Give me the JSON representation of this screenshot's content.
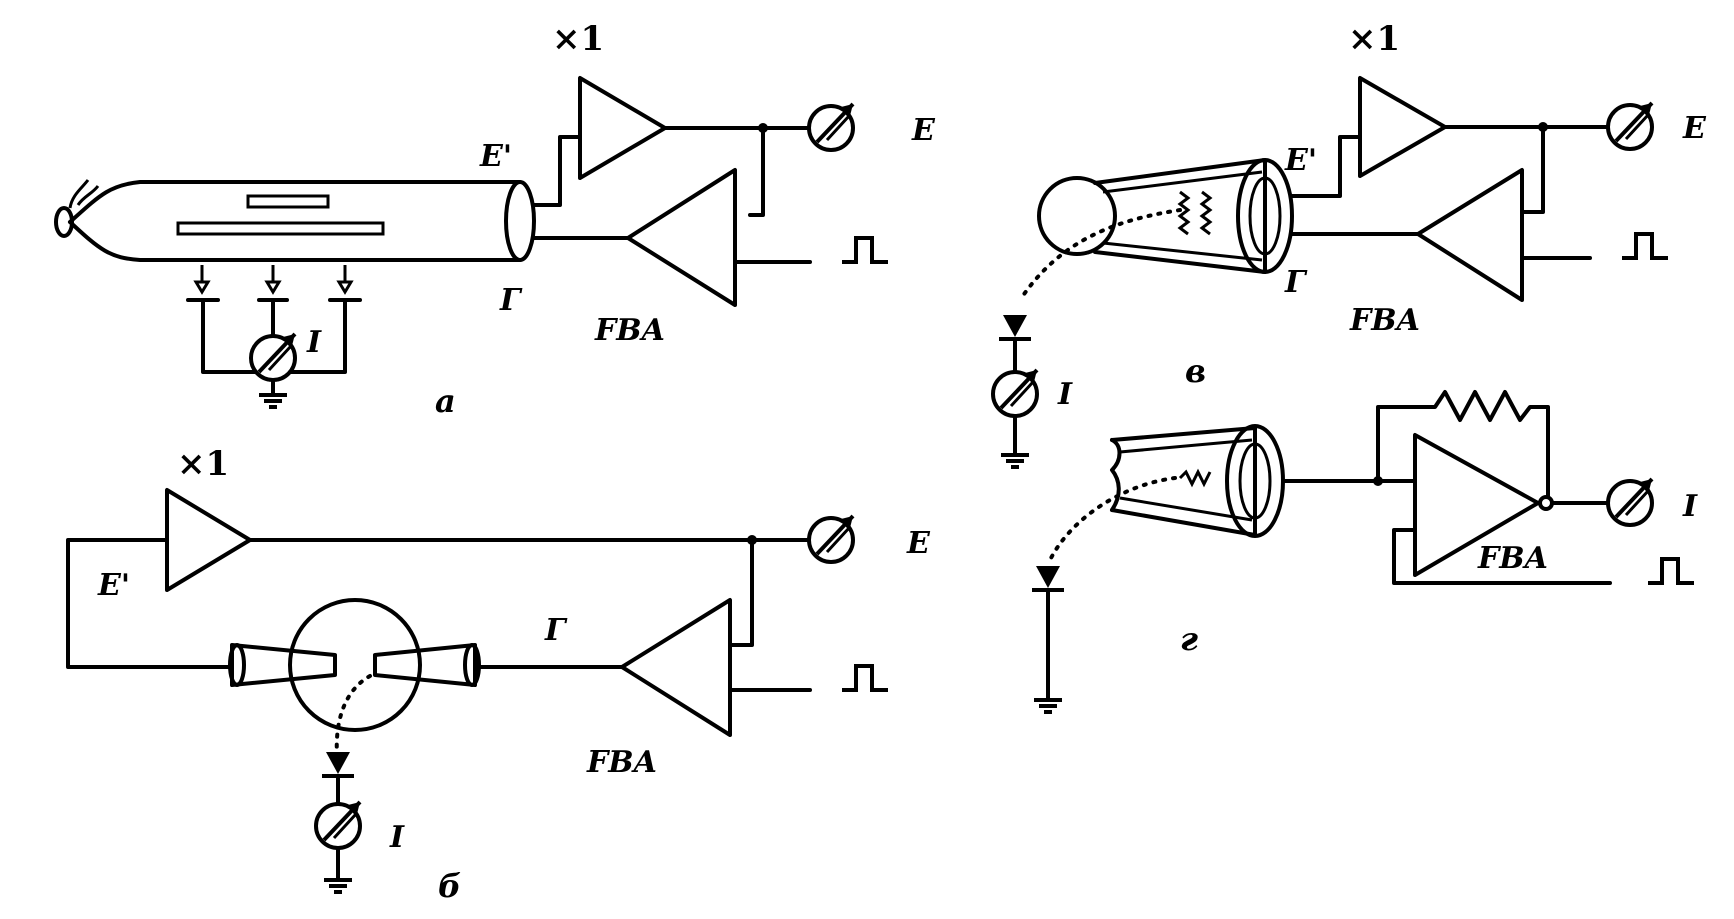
{
  "figure": {
    "panels": {
      "a": {
        "tag": "а",
        "follower_gain": "×1",
        "follower_output": "E'",
        "meter": "E",
        "ground_label": "Г",
        "amplifier": "FBA",
        "current_meter": "I"
      },
      "b": {
        "tag": "б",
        "follower_gain": "×1",
        "follower_output": "E'",
        "meter": "E",
        "ground_label": "Г",
        "amplifier": "FBA",
        "current_meter": "I"
      },
      "v": {
        "tag": "в",
        "follower_gain": "×1",
        "follower_output": "E'",
        "meter": "E",
        "ground_label": "Г",
        "amplifier": "FBA",
        "current_meter": "I"
      },
      "g": {
        "tag": "г",
        "amplifier": "FBA",
        "current_meter": "I"
      }
    }
  }
}
